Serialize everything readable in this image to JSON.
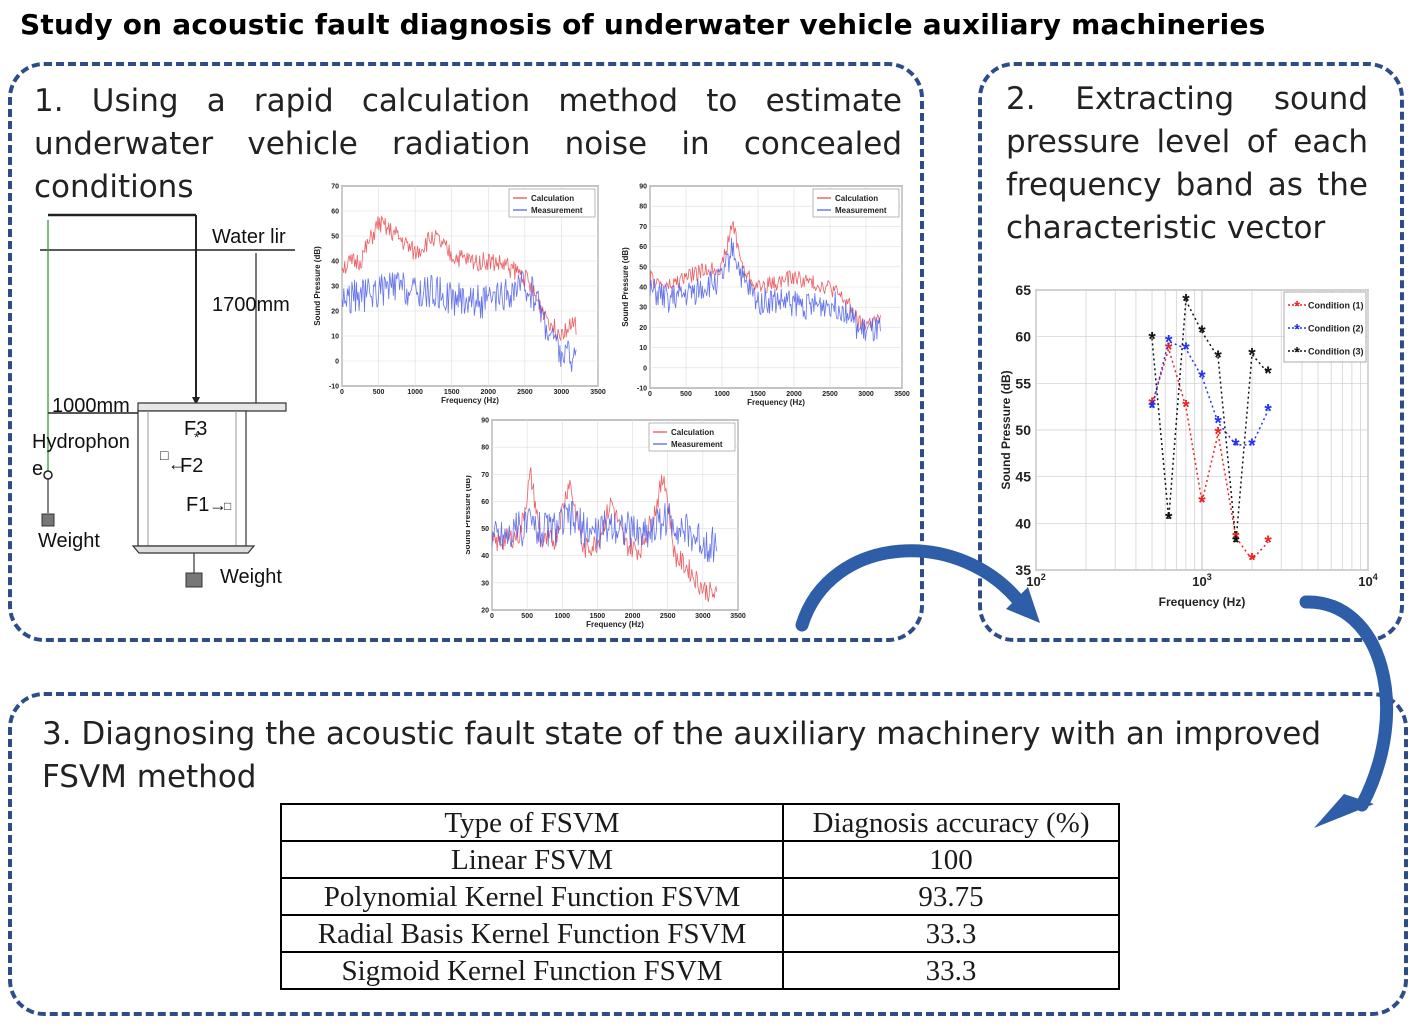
{
  "title": "Study on acoustic fault diagnosis of underwater vehicle auxiliary machineries",
  "panel1": {
    "text": "1. Using a rapid calculation method to estimate underwater vehicle radiation noise in concealed conditions"
  },
  "panel2": {
    "text": "2. Extracting sound pressure level of each frequency band as the characteristic vector"
  },
  "panel3": {
    "text": "3. Diagnosing the acoustic fault state of the auxiliary machinery with an improved FSVM method"
  },
  "schematic": {
    "water_line": "Water lir",
    "depth": "1700mm",
    "distance": "1000mm",
    "hydrophone_a": "Hydrophon",
    "hydrophone_b": "e",
    "weight_left": "Weight",
    "weight_bottom": "Weight",
    "f1": "F1",
    "f2": "F2",
    "f3": "F3"
  },
  "chart_data": [
    {
      "type": "line",
      "id": "spectrum-1",
      "xlabel": "Frequency (Hz)",
      "ylabel": "Sound Pressure (dB)",
      "xlim": [
        0,
        3500
      ],
      "ylim": [
        -10,
        70
      ],
      "xticks": [
        0,
        500,
        1000,
        1500,
        2000,
        2500,
        3000,
        3500
      ],
      "yticks": [
        -10,
        0,
        10,
        20,
        30,
        40,
        50,
        60,
        70
      ],
      "legend": "top-right",
      "grid": true,
      "series": [
        {
          "name": "Calculation",
          "color": "#e8454a",
          "x": [
            0,
            250,
            500,
            750,
            1000,
            1250,
            1500,
            1750,
            2000,
            2250,
            2500,
            2650,
            2800,
            2900,
            3000,
            3100,
            3200
          ],
          "y": [
            38,
            40,
            55,
            50,
            43,
            50,
            42,
            40,
            40,
            38,
            34,
            25,
            18,
            13,
            12,
            14,
            14
          ]
        },
        {
          "name": "Measurement",
          "color": "#4a5ae8",
          "x": [
            0,
            250,
            500,
            750,
            1000,
            1250,
            1500,
            1750,
            2000,
            2250,
            2500,
            2650,
            2800,
            2900,
            3000,
            3100,
            3200
          ],
          "y": [
            25,
            26,
            28,
            30,
            27,
            28,
            25,
            25,
            23,
            26,
            30,
            26,
            14,
            8,
            3,
            2,
            2
          ]
        }
      ]
    },
    {
      "type": "line",
      "id": "spectrum-2",
      "xlabel": "Frequency (Hz)",
      "ylabel": "Sound Pressure (dB)",
      "xlim": [
        0,
        3500
      ],
      "ylim": [
        -10,
        90
      ],
      "xticks": [
        0,
        500,
        1000,
        1500,
        2000,
        2500,
        3000,
        3500
      ],
      "yticks": [
        -10,
        0,
        10,
        20,
        30,
        40,
        50,
        60,
        70,
        80,
        90
      ],
      "legend": "top-right",
      "grid": true,
      "series": [
        {
          "name": "Calculation",
          "color": "#e8454a",
          "x": [
            0,
            250,
            500,
            750,
            1000,
            1150,
            1300,
            1500,
            1750,
            2000,
            2250,
            2500,
            2750,
            2900,
            3000,
            3100,
            3200
          ],
          "y": [
            44,
            40,
            45,
            48,
            50,
            72,
            48,
            40,
            42,
            45,
            42,
            40,
            32,
            22,
            22,
            23,
            23
          ]
        },
        {
          "name": "Measurement",
          "color": "#4a5ae8",
          "x": [
            0,
            250,
            500,
            750,
            1000,
            1150,
            1300,
            1500,
            1750,
            2000,
            2250,
            2500,
            2750,
            2900,
            3000,
            3100,
            3200
          ],
          "y": [
            38,
            34,
            36,
            40,
            44,
            60,
            42,
            33,
            33,
            32,
            30,
            32,
            28,
            18,
            18,
            18,
            18
          ]
        }
      ]
    },
    {
      "type": "line",
      "id": "spectrum-3",
      "xlabel": "Frequency (Hz)",
      "ylabel": "Sound Pressure (dB)",
      "xlim": [
        0,
        3500
      ],
      "ylim": [
        20,
        90
      ],
      "xticks": [
        0,
        500,
        1000,
        1500,
        2000,
        2500,
        3000,
        3500
      ],
      "yticks": [
        20,
        30,
        40,
        50,
        60,
        70,
        80,
        90
      ],
      "legend": "top-right",
      "grid": true,
      "series": [
        {
          "name": "Calculation",
          "color": "#e8454a",
          "x": [
            0,
            200,
            400,
            550,
            700,
            900,
            1100,
            1300,
            1500,
            1700,
            1900,
            2100,
            2300,
            2450,
            2600,
            2800,
            3000,
            3200
          ],
          "y": [
            44,
            46,
            48,
            70,
            45,
            46,
            68,
            42,
            45,
            60,
            44,
            42,
            55,
            70,
            40,
            35,
            28,
            25
          ]
        },
        {
          "name": "Measurement",
          "color": "#4a5ae8",
          "x": [
            0,
            200,
            400,
            550,
            700,
            900,
            1100,
            1300,
            1500,
            1700,
            1900,
            2100,
            2300,
            2450,
            2600,
            2800,
            3000,
            3200
          ],
          "y": [
            48,
            48,
            50,
            52,
            50,
            50,
            54,
            50,
            48,
            52,
            50,
            48,
            50,
            54,
            52,
            48,
            45,
            44
          ]
        }
      ]
    },
    {
      "type": "line",
      "id": "band-spl",
      "xlabel": "Frequency (Hz)",
      "ylabel": "Sound Pressure (dB)",
      "xscale": "log",
      "xlim": [
        100,
        10000
      ],
      "ylim": [
        35,
        65
      ],
      "xticks": [
        "10^2",
        "10^3",
        "10^4"
      ],
      "yticks": [
        35,
        40,
        45,
        50,
        55,
        60,
        65
      ],
      "legend": "top-right",
      "grid": true,
      "series": [
        {
          "name": "Condition (1)",
          "color": "#ee2222",
          "x": [
            500,
            630,
            800,
            1000,
            1250,
            1600,
            2000,
            2500
          ],
          "y": [
            52.8,
            58.7,
            52.5,
            42.3,
            49.6,
            38.5,
            36.1,
            38
          ]
        },
        {
          "name": "Condition (2)",
          "color": "#2233ee",
          "x": [
            500,
            630,
            800,
            1000,
            1250,
            1600,
            2000,
            2500
          ],
          "y": [
            52.4,
            59.5,
            58.7,
            55.7,
            50.8,
            48.4,
            48.4,
            52.1
          ]
        },
        {
          "name": "Condition (3)",
          "color": "#111111",
          "x": [
            500,
            630,
            800,
            1000,
            1250,
            1600,
            2000,
            2500
          ],
          "y": [
            59.8,
            40.5,
            63.9,
            60.5,
            57.8,
            38,
            58.1,
            56.1
          ]
        }
      ]
    },
    {
      "type": "table",
      "id": "fsvm-results",
      "columns": [
        "Type of FSVM",
        "Diagnosis accuracy (%)"
      ],
      "rows": [
        [
          "Linear FSVM",
          "100"
        ],
        [
          "Polynomial Kernel Function FSVM",
          "93.75"
        ],
        [
          "Radial Basis Kernel Function FSVM",
          "33.3"
        ],
        [
          "Sigmoid Kernel Function FSVM",
          "33.3"
        ]
      ]
    }
  ],
  "colors": {
    "panel_border": "#2c4d8a",
    "arrow": "#2e5ea8"
  }
}
